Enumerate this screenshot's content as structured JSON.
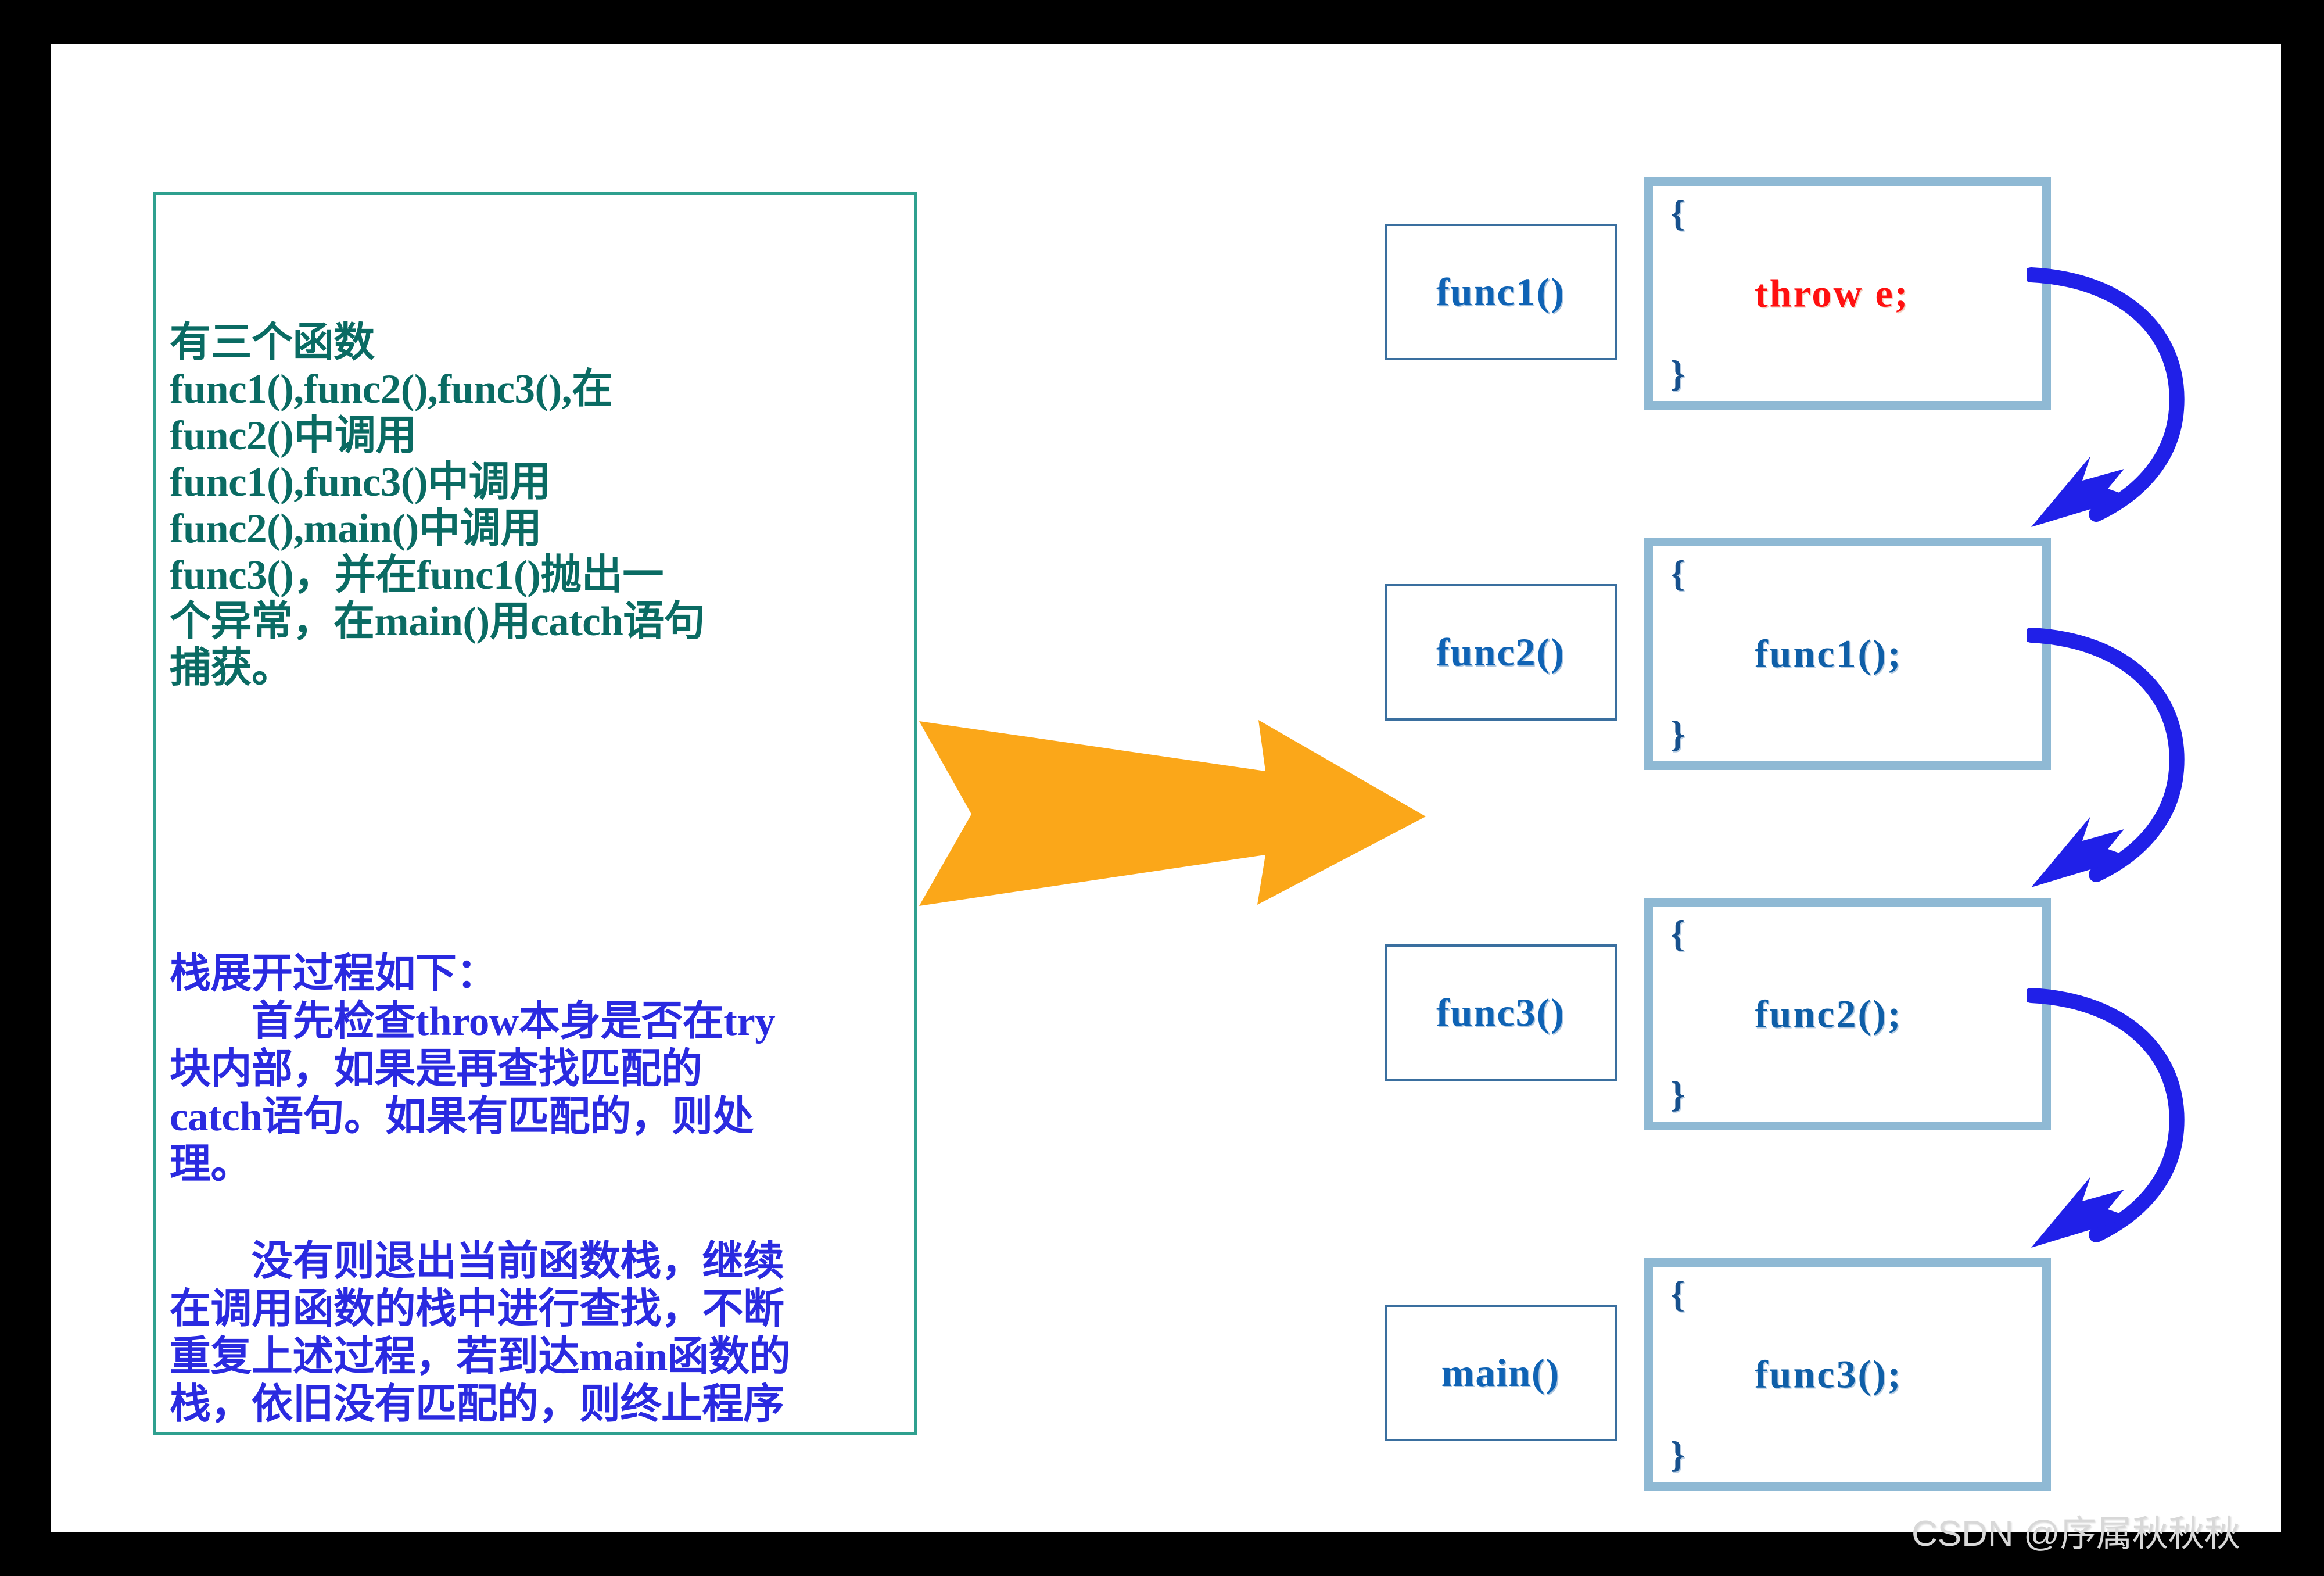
{
  "explanation": {
    "green_paragraph": "有三个函数\nfunc1(),func2(),func3(),在\nfunc2()中调用\nfunc1(),func3()中调用\nfunc2(),main()中调用\nfunc3()，并在func1()抛出一\n个异常，在main()用catch语句\n捕获。",
    "blue_paragraph_1": "栈展开过程如下：\n　　首先检查throw本身是否在try\n块内部，如果是再查找匹配的\ncatch语句。如果有匹配的，则处\n理。",
    "blue_paragraph_2": "　　没有则退出当前函数栈，继续\n在调用函数的栈中进行查找，不断\n重复上述过程，若到达main函数的\n栈，依旧没有匹配的，则终止程序"
  },
  "colors": {
    "green_text": "#0a6b63",
    "blue_text": "#2a2ae0",
    "teal_border": "#2fa08f",
    "orange_arrow": "#fba719",
    "flow_arrow": "#2020e8",
    "code_border": "#8fb9d4",
    "label_border": "#3a6f9f",
    "code_text": "#0f5fa8",
    "throw_text": "#ff1010"
  },
  "call_stack": [
    {
      "label": "func1()",
      "brace_open": "{",
      "brace_close": "}",
      "statement": "throw e;",
      "is_throw": true
    },
    {
      "label": "func2()",
      "brace_open": "{",
      "brace_close": "}",
      "statement": "func1();",
      "is_throw": false
    },
    {
      "label": "func3()",
      "brace_open": "{",
      "brace_close": "}",
      "statement": "func2();",
      "is_throw": false
    },
    {
      "label": "main()",
      "brace_open": "{",
      "brace_close": "}",
      "statement": "func3();",
      "is_throw": false
    }
  ],
  "watermark": {
    "text": "CSDN @序属秋秋秋"
  }
}
